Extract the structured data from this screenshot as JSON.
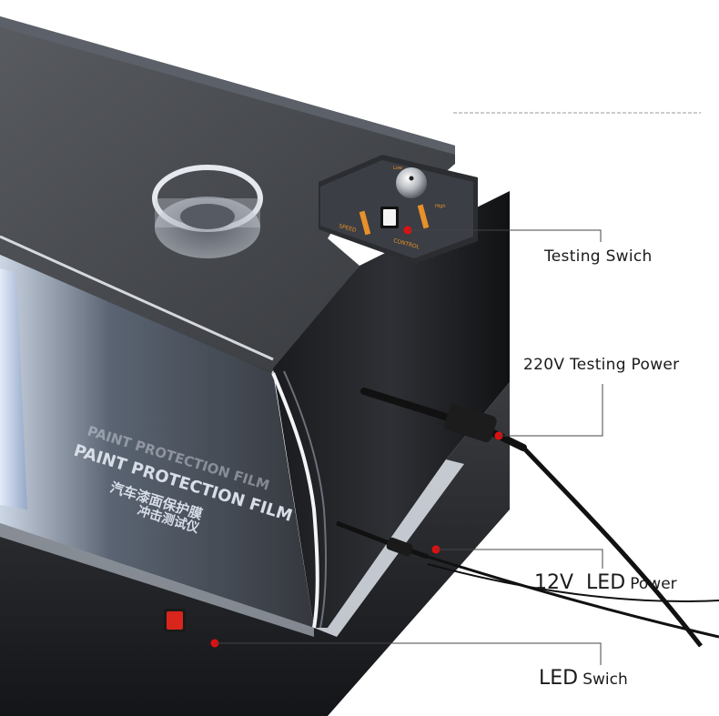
{
  "callouts": {
    "testing_switch": "Testing Swich",
    "testing_power": "220V Testing Power",
    "led_power_voltage": "12V",
    "led_power_word": "LED",
    "led_power_suffix": "Power",
    "led_switch_word": "LED",
    "led_switch_suffix": "Swich"
  },
  "product_print": {
    "line1": "PAINT PROTECTION FILM",
    "line2": "PAINT PROTECTION FILM",
    "chinese_line1": "汽车漆面保护膜",
    "chinese_line2": "冲击测试仪"
  },
  "controller_panel": {
    "speed_label": "SPEED",
    "control_label": "CONTROL",
    "high_label": "High",
    "low_label": "Low"
  },
  "colors": {
    "background": "#ffffff",
    "callout_dot": "#e01010",
    "leader_line": "#444444",
    "acrylic_body": "#2a2d31",
    "base": "#1e1f22",
    "switch_red": "#d8261c"
  },
  "icons": {
    "callout_marker": "red-dot-icon",
    "rocker_switch": "rocker-switch-icon",
    "speed_knob": "speed-knob-icon",
    "power_plug": "power-plug-icon"
  }
}
